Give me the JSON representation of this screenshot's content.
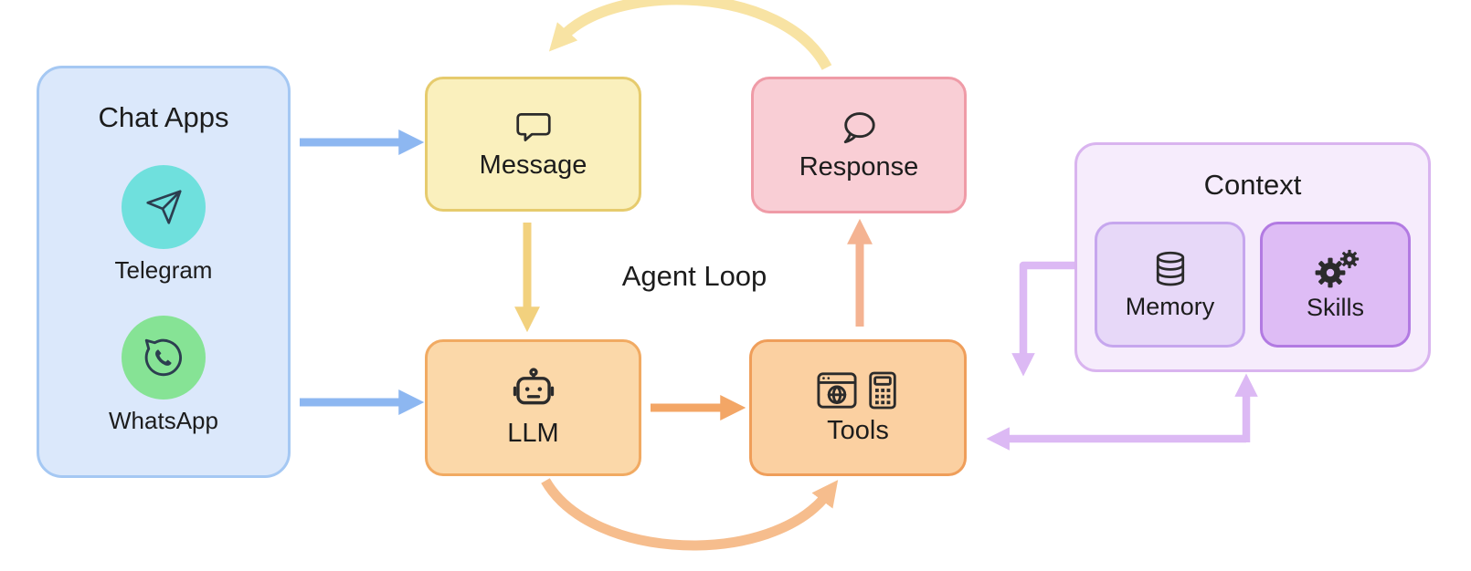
{
  "diagram_title": "Agent Loop",
  "nodes": {
    "chat_apps": {
      "label": "Chat Apps",
      "fill": "#dbe8fb",
      "border": "#a5c8f3",
      "items": [
        {
          "label": "Telegram",
          "icon": "telegram-icon",
          "color": "#6fe0dd"
        },
        {
          "label": "WhatsApp",
          "icon": "whatsapp-icon",
          "color": "#86e395"
        }
      ]
    },
    "message": {
      "label": "Message",
      "icon": "speech-bubble-square-icon",
      "fill": "#faf0bd",
      "border": "#e6cb6d"
    },
    "response": {
      "label": "Response",
      "icon": "speech-bubble-round-icon",
      "fill": "#f9ced5",
      "border": "#ef9ba7"
    },
    "llm": {
      "label": "LLM",
      "icon": "robot-icon",
      "fill": "#fbd8a9",
      "border": "#f1aa62"
    },
    "tools": {
      "label": "Tools",
      "icon": "browser-calculator-icon",
      "fill": "#fbd0a1",
      "border": "#ef9e5a"
    },
    "context": {
      "label": "Context",
      "fill": "#f6ecfc",
      "border": "#d9b4ef",
      "items": [
        {
          "label": "Memory",
          "icon": "database-icon",
          "fill": "#e7d8f8",
          "border": "#c6a6ee"
        },
        {
          "label": "Skills",
          "icon": "gears-icon",
          "fill": "#debcf5",
          "border": "#b27ae2"
        }
      ]
    }
  },
  "edges": [
    {
      "from": "Chat Apps",
      "to": "Message",
      "color": "#8db7f1",
      "style": "straight"
    },
    {
      "from": "Chat Apps",
      "to": "LLM",
      "color": "#8db7f1",
      "style": "straight"
    },
    {
      "from": "Message",
      "to": "LLM",
      "color": "#f2d17e",
      "style": "straight"
    },
    {
      "from": "LLM",
      "to": "Tools",
      "color": "#f3a666",
      "style": "straight"
    },
    {
      "from": "Tools",
      "to": "Response",
      "color": "#f4b392",
      "style": "straight"
    },
    {
      "from": "Response",
      "to": "Message",
      "color": "#f8e3a3",
      "style": "curved-top"
    },
    {
      "from": "LLM",
      "to": "Tools",
      "color": "#f6bd8d",
      "style": "curved-bottom"
    },
    {
      "from": "Context",
      "to": "Tools",
      "color": "#dcb9f4",
      "style": "elbow-down"
    },
    {
      "from": "Tools",
      "to": "Context",
      "color": "#dcb9f4",
      "style": "elbow",
      "bidirectional": true
    }
  ]
}
